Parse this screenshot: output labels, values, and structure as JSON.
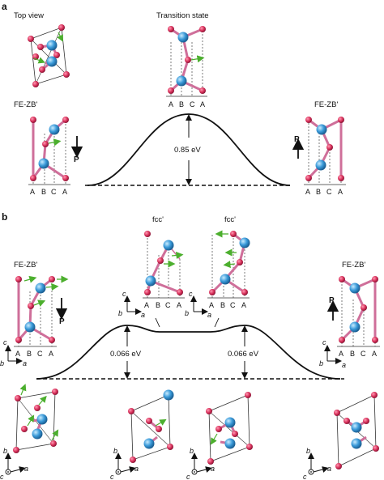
{
  "colors": {
    "red_atom": "#d8315b",
    "blue_atom": "#3a9ad9",
    "bond": "#cf6f9a",
    "arrow": "#4caf2e"
  },
  "panel_a": {
    "letter": "a",
    "top_view": "Top view",
    "transition_state": "Transition state",
    "left_label": "FE-ZB'",
    "right_label": "FE-ZB'",
    "barrier": "0.85 eV",
    "polar_symbol": "P",
    "sites": [
      "A",
      "B",
      "C",
      "A"
    ]
  },
  "panel_b": {
    "letter": "b",
    "left_label": "FE-ZB'",
    "right_label": "FE-ZB'",
    "fcc_left": "fcc'",
    "fcc_right": "fcc'",
    "barrier_left": "0.066 eV",
    "barrier_right": "0.066 eV",
    "polar_symbol": "P",
    "sites": [
      "A",
      "B",
      "C",
      "A"
    ],
    "axes": {
      "a": "a",
      "b": "b",
      "c": "c"
    }
  }
}
